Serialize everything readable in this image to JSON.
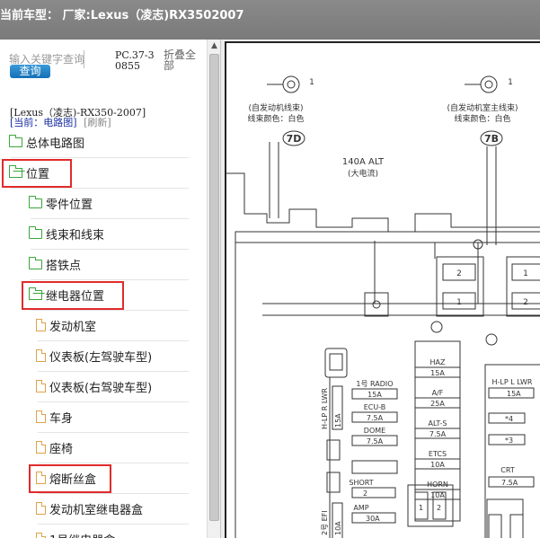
{
  "window": {
    "title": "当前车型： 厂家:Lexus（凌志)RX3502007"
  },
  "sidebar": {
    "search": {
      "placeholder": "输入关键字查询",
      "button_label": "查询"
    },
    "pc_code": "PC.37-30855",
    "collapse_label": "折叠全部",
    "car_info": "[Lexus（凌志)-RX350-2007]",
    "current_label": "[当前：电路图]",
    "refresh_label": "[刷新]",
    "tree": [
      {
        "label": "总体电路图",
        "icon": "folder-icon",
        "level": 0
      },
      {
        "label": "位置",
        "icon": "folder-open-icon",
        "level": 0,
        "highlighted": true
      },
      {
        "label": "零件位置",
        "icon": "folder-icon",
        "level": 1
      },
      {
        "label": "线束和线束",
        "icon": "folder-icon",
        "level": 1
      },
      {
        "label": "搭铁点",
        "icon": "folder-icon",
        "level": 1
      },
      {
        "label": "继电器位置",
        "icon": "folder-open-icon",
        "level": 1,
        "highlighted": true
      },
      {
        "label": "发动机室",
        "icon": "doc-icon",
        "level": 2
      },
      {
        "label": "仪表板(左驾驶车型)",
        "icon": "doc-icon",
        "level": 2
      },
      {
        "label": "仪表板(右驾驶车型)",
        "icon": "doc-icon",
        "level": 2
      },
      {
        "label": "车身",
        "icon": "doc-icon",
        "level": 2
      },
      {
        "label": "座椅",
        "icon": "doc-icon",
        "level": 2
      },
      {
        "label": "熔断丝盒",
        "icon": "doc-icon",
        "level": 2,
        "highlighted": true
      },
      {
        "label": "发动机室继电器盒",
        "icon": "doc-icon",
        "level": 2
      },
      {
        "label": "1号继电器盒",
        "icon": "doc-icon",
        "level": 2
      }
    ]
  },
  "diagram": {
    "terminal_left_num": "1",
    "terminal_right_num": "1",
    "left_harness": "(自发动机线束)",
    "left_color": "线束颜色：白色",
    "left_code": "7D",
    "right_harness": "(自发动机室主线束)",
    "right_color": "线束颜色：白色",
    "right_code": "7B",
    "alt_label": "140A ALT",
    "alt_sub": "(大电流)",
    "relay_a_top": "2",
    "relay_a_bot": "1",
    "relay_b_top": "1",
    "relay_b_bot": "2",
    "fuses_mid": [
      {
        "name": "HAZ",
        "amp": "15A"
      },
      {
        "name": "A/F",
        "amp": "25A"
      },
      {
        "name": "ALT-S",
        "amp": "7.5A"
      },
      {
        "name": "ETCS",
        "amp": "10A"
      },
      {
        "name": "HORN",
        "amp": "10A"
      }
    ],
    "fuses_left": [
      {
        "name": "1号 RADIO",
        "amp": "15A"
      },
      {
        "name": "ECU-B",
        "amp": "7.5A"
      },
      {
        "name": "DOME",
        "amp": "7.5A"
      }
    ],
    "short_label": "SHORT",
    "amp_label": "AMP",
    "amp_value": "30A",
    "hlp_r_lwr": "H-LP R LWR",
    "hlp_r_amp": "15A",
    "hlp_l_lwr": "H-LP L LWR",
    "hlp_l_amp": "15A",
    "star4": "*4",
    "star3": "*3",
    "crt_label": "CRT",
    "crt_amp": "7.5A",
    "efi_label": "2号 EFI",
    "efi_amp": "10A",
    "pin1": "1",
    "pin2": "2"
  }
}
